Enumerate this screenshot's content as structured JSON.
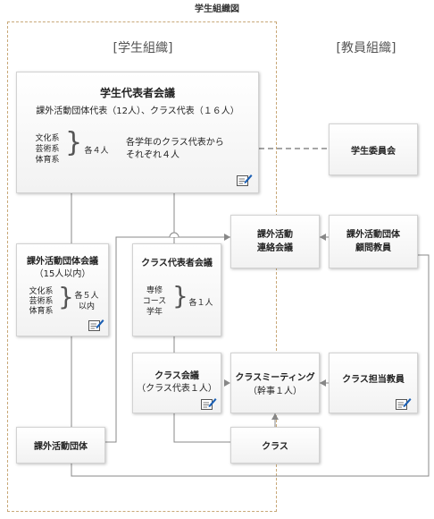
{
  "title": "学生組織図",
  "sections": {
    "student": "[学生組織]",
    "faculty": "[教員組織]"
  },
  "council": {
    "title": "学生代表者会議",
    "subtitle": "課外活動団体代表（12人）、クラス代表（１６人）",
    "categories": [
      "文化系",
      "芸術系",
      "体育系"
    ],
    "count": "各４人",
    "note": "各学年のクラス代表から\nそれぞれ４人"
  },
  "student_committee": "学生委員会",
  "liaison": "課外活動\n連絡会議",
  "advisors": "課外活動団体\n顧問教員",
  "club_council": {
    "title": "課外活動団体会議",
    "subtitle": "（15人以内）",
    "categories": [
      "文化系",
      "芸術系",
      "体育系"
    ],
    "count": "各５人\n以内"
  },
  "class_rep_council": {
    "title": "クラス代表者会議",
    "categories": [
      "専修",
      "コース",
      "学年"
    ],
    "count": "各１人"
  },
  "class_meeting": {
    "title": "クラス会議",
    "subtitle": "（クラス代表１人）"
  },
  "class_meeting2": {
    "title": "クラスミーティング",
    "subtitle": "（幹事１人）"
  },
  "homeroom_teacher": "クラス担当教員",
  "clubs": "課外活動団体",
  "class": "クラス",
  "icons": {
    "edit": "edit-note-icon"
  },
  "colors": {
    "region_border": "#c8a878",
    "line": "#888888",
    "icon_blue": "#1a5fb4"
  }
}
